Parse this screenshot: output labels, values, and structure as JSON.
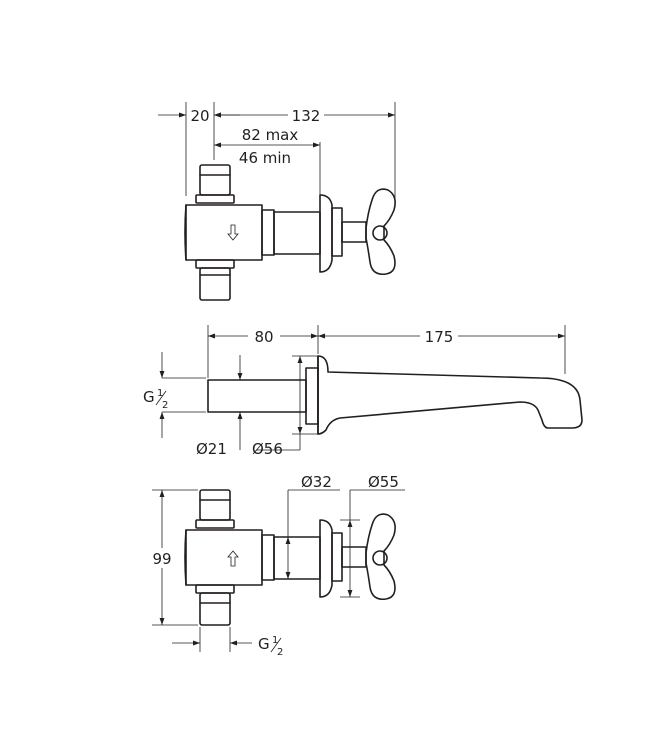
{
  "views": {
    "top": {
      "dim_body": "20",
      "dim_total": "132",
      "dim_max": "82 max",
      "dim_min": "46 min"
    },
    "spout": {
      "dim_body": "80",
      "dim_spout": "175",
      "thread_g": "G",
      "dia_pipe": "Ø21",
      "dia_flange": "Ø56"
    },
    "bottom": {
      "dim_height": "99",
      "dia_stem": "Ø32",
      "dia_rosette": "Ø55",
      "thread_g": "G"
    }
  },
  "fraction": {
    "num": "1",
    "den": "2"
  },
  "flow_icons": [
    "arrow-down-icon",
    "arrow-up-icon"
  ],
  "colors": {
    "line": "#231f20",
    "background": "#ffffff"
  }
}
